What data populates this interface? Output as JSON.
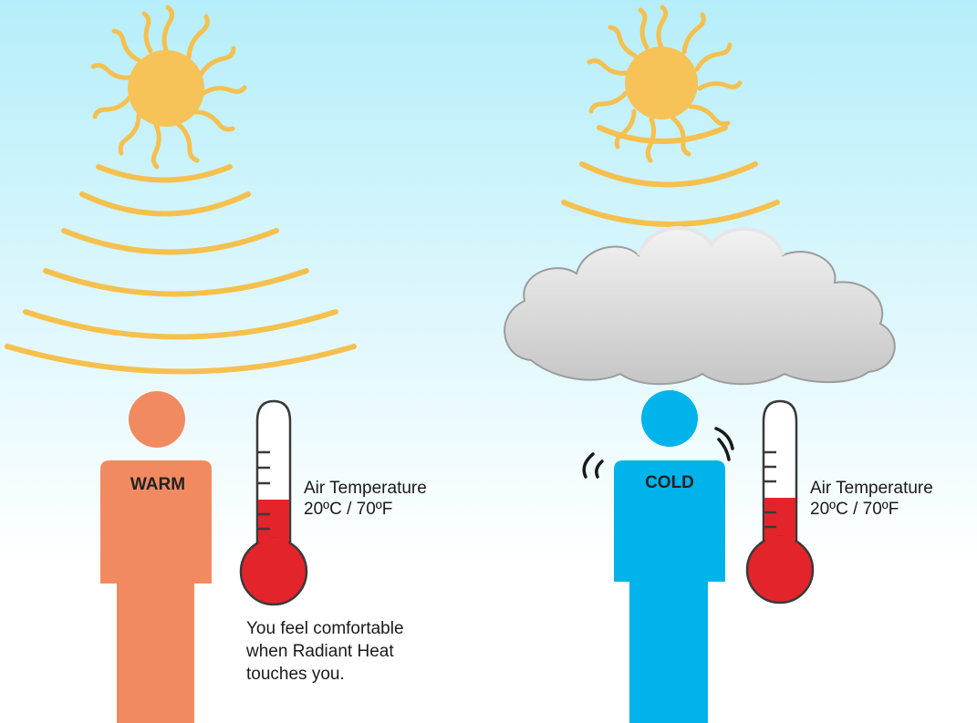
{
  "panels": {
    "warm": {
      "person_label": "WARM",
      "air_temp_label": "Air Temperature",
      "air_temp_value": "20ºC / 70ºF",
      "caption_lines": [
        "You feel comfortable",
        "when Radiant Heat",
        "touches you."
      ]
    },
    "cold": {
      "person_label": "COLD",
      "air_temp_label": "Air Temperature",
      "air_temp_value": "20ºC / 70ºF"
    }
  },
  "colors": {
    "sky_top": "#b5eefa",
    "sky_bottom": "#ffffff",
    "sun": "#f7c257",
    "rays": "#f6c04e",
    "warm_person": "#f28a61",
    "cold_person": "#00b3ea",
    "thermometer_fill": "#e3242b",
    "cloud": "#d9d9d9"
  }
}
